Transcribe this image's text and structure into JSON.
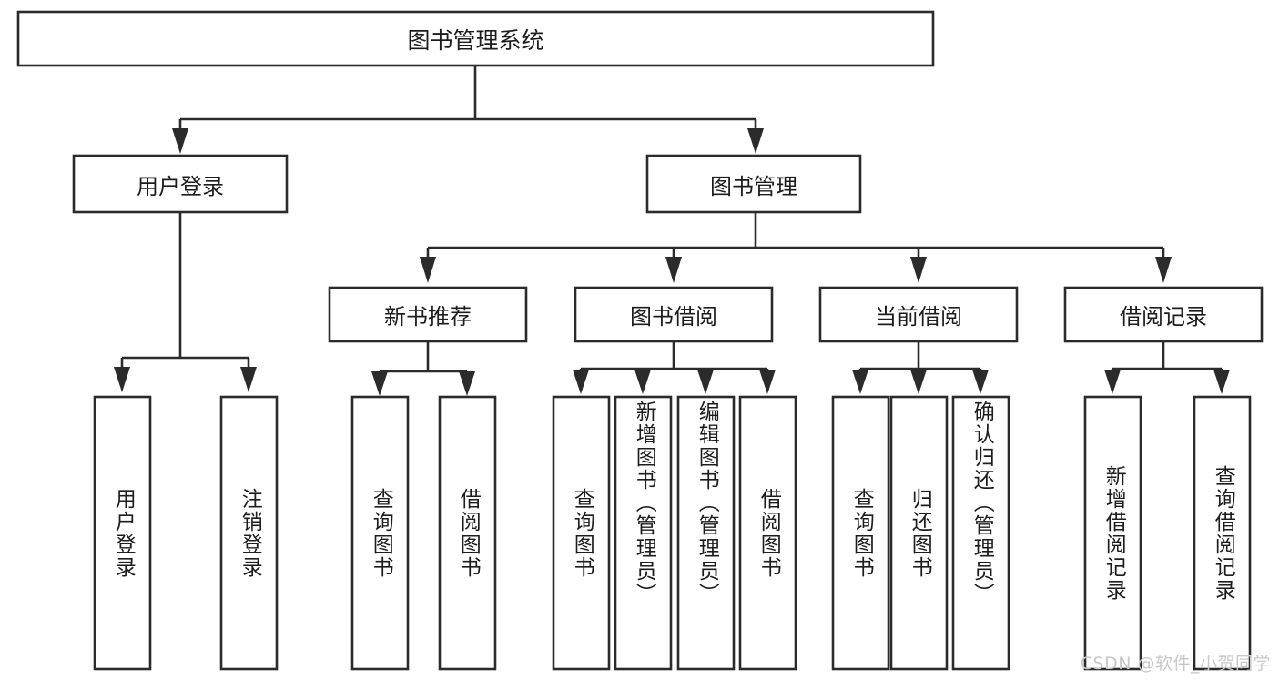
{
  "diagram": {
    "type": "tree-hierarchy",
    "title": "图书管理系统",
    "watermark": "CSDN @软件_小贺同学",
    "colors": {
      "box_stroke": "#2b2b2b",
      "box_fill": "#ffffff",
      "text": "#1d1d1d",
      "background": "#ffffff",
      "watermark": "#c9c9c9"
    },
    "root": {
      "id": "root",
      "label": "图书管理系统",
      "orientation": "horizontal"
    },
    "level2": [
      {
        "id": "user-login",
        "label": "用户登录",
        "orientation": "horizontal"
      },
      {
        "id": "book-management",
        "label": "图书管理",
        "orientation": "horizontal"
      }
    ],
    "level3": [
      {
        "id": "new-book-recommend",
        "label": "新书推荐",
        "parent": "book-management",
        "orientation": "horizontal"
      },
      {
        "id": "book-borrow",
        "label": "图书借阅",
        "parent": "book-management",
        "orientation": "horizontal"
      },
      {
        "id": "current-borrow",
        "label": "当前借阅",
        "parent": "book-management",
        "orientation": "horizontal"
      },
      {
        "id": "borrow-record",
        "label": "借阅记录",
        "parent": "book-management",
        "orientation": "horizontal"
      }
    ],
    "leaves": [
      {
        "id": "leaf-user-login",
        "label": "用户登录",
        "parent": "user-login",
        "orientation": "vertical"
      },
      {
        "id": "leaf-logout-login",
        "label": "注销登录",
        "parent": "user-login",
        "orientation": "vertical"
      },
      {
        "id": "leaf-query-book-1",
        "label": "查询图书",
        "parent": "new-book-recommend",
        "orientation": "vertical"
      },
      {
        "id": "leaf-borrow-book-1",
        "label": "借阅图书",
        "parent": "new-book-recommend",
        "orientation": "vertical"
      },
      {
        "id": "leaf-query-book-2",
        "label": "查询图书",
        "parent": "book-borrow",
        "orientation": "vertical"
      },
      {
        "id": "leaf-add-book",
        "label": "新增图书（管理员）",
        "parent": "book-borrow",
        "orientation": "vertical"
      },
      {
        "id": "leaf-edit-book",
        "label": "编辑图书（管理员）",
        "parent": "book-borrow",
        "orientation": "vertical"
      },
      {
        "id": "leaf-borrow-book-2",
        "label": "借阅图书",
        "parent": "book-borrow",
        "orientation": "vertical"
      },
      {
        "id": "leaf-query-book-3",
        "label": "查询图书",
        "parent": "current-borrow",
        "orientation": "vertical"
      },
      {
        "id": "leaf-return-book",
        "label": "归还图书",
        "parent": "current-borrow",
        "orientation": "vertical"
      },
      {
        "id": "leaf-confirm-return",
        "label": "确认归还（管理员）",
        "parent": "current-borrow",
        "orientation": "vertical"
      },
      {
        "id": "leaf-add-record",
        "label": "新增借阅记录",
        "parent": "borrow-record",
        "orientation": "vertical"
      },
      {
        "id": "leaf-query-record",
        "label": "查询借阅记录",
        "parent": "borrow-record",
        "orientation": "vertical"
      }
    ]
  }
}
